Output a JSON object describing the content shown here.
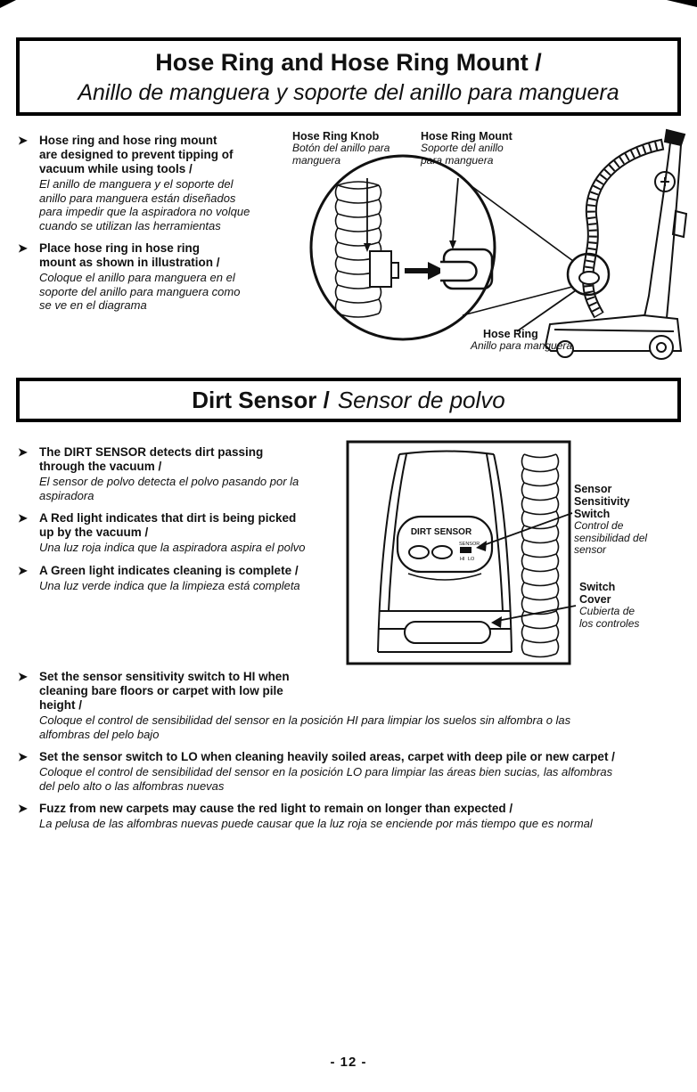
{
  "glyphs": {
    "bullet": "➤"
  },
  "page_footer": {
    "page_number": "- 12 -"
  },
  "hose_section": {
    "title_en": "Hose Ring and Hose Ring Mount /",
    "title_es": "Anillo de manguera y soporte del anillo para manguera",
    "bullets": [
      {
        "en": "Hose ring and hose ring mount are designed to prevent tipping of vacuum while using tools /",
        "es": "El anillo de manguera y el soporte del anillo para manguera están diseñados para impedir que la aspiradora no volque cuando se utilizan las herramientas"
      },
      {
        "en": "Place hose ring in hose ring mount as shown in illustration /",
        "es": "Coloque el anillo para manguera en el soporte del anillo para manguera como se ve en el diagrama"
      }
    ],
    "figure": {
      "knob_label_en": "Hose Ring Knob",
      "knob_label_es": "Botón del anillo para manguera",
      "mount_label_en": "Hose Ring Mount",
      "mount_label_es": "Soporte del anillo para manguera",
      "ring_label_en": "Hose Ring",
      "ring_label_es": "Anillo para manguera"
    }
  },
  "dirt_section": {
    "title_en": "Dirt Sensor /",
    "title_es": "Sensor de polvo",
    "bullets": [
      {
        "en": "The DIRT SENSOR detects dirt passing through the vacuum /",
        "es": "El sensor de polvo detecta el polvo pasando por la aspiradora"
      },
      {
        "en": "A Red light indicates that dirt is being picked up by the vacuum /",
        "es": "Una luz roja indica que la aspiradora aspira el polvo"
      },
      {
        "en": "A Green light indicates cleaning is complete /",
        "es": "Una luz verde indica que la limpieza está completa"
      },
      {
        "en": "Set the sensor sensitivity switch to HI when cleaning bare floors or carpet with low pile height /",
        "es": "Coloque el control de sensibilidad del sensor en la posición HI para limpiar los suelos sin alfombra o las alfombras del pelo bajo"
      },
      {
        "en": "Set the sensor switch to LO when cleaning heavily soiled areas, carpet with deep pile or new carpet /",
        "es": "Coloque el control de sensibilidad del sensor en la posición LO para limpiar las áreas bien sucias, las alfombras del pelo alto o las alfombras nuevas"
      },
      {
        "en": "Fuzz from new carpets may cause the red light to remain on longer than expected /",
        "es": "La pelusa de las alfombras nuevas puede causar que la luz roja se enciende por más tiempo que es normal"
      }
    ],
    "figure": {
      "panel_label": "DIRT SENSOR",
      "switch_sensor": "SENSOR",
      "switch_hi": "HI",
      "switch_lo": "LO",
      "sensitivity_label_en": "Sensor Sensitivity Switch",
      "sensitivity_label_es": "Control de sensibilidad del sensor",
      "cover_label_en": "Switch Cover",
      "cover_label_es": "Cubierta de los controles"
    }
  }
}
